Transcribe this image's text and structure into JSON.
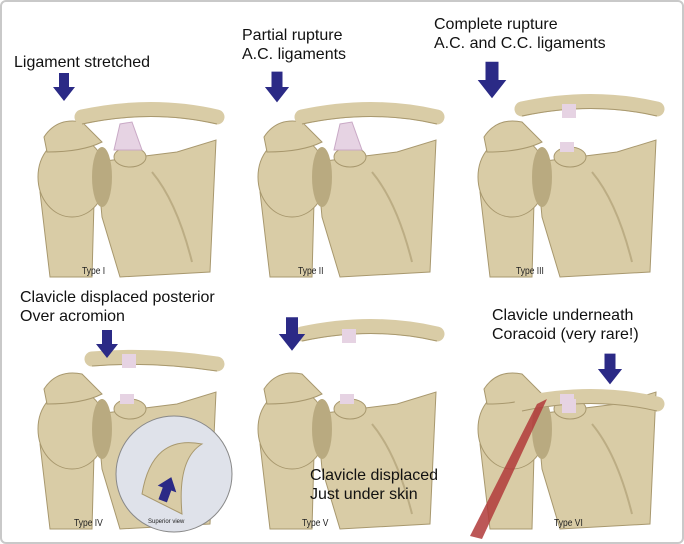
{
  "colors": {
    "bone": "#d9cca6",
    "bone_shade": "#a8986e",
    "ligament": "#e6d3e3",
    "arrow": "#2b2a86",
    "muscle": "#b03a3a",
    "background": "#ffffff"
  },
  "panels": [
    {
      "type_label": "Type I",
      "caption": [
        "Ligament stretched"
      ]
    },
    {
      "type_label": "Type II",
      "caption": [
        "Partial rupture",
        "A.C. ligaments"
      ]
    },
    {
      "type_label": "Type III",
      "caption": [
        "Complete rupture",
        "A.C. and C.C. ligaments"
      ]
    },
    {
      "type_label": "Type IV",
      "caption": [
        "Clavicle displaced posterior",
        "Over acromion"
      ],
      "inset_label": "Superior view"
    },
    {
      "type_label": "Type V",
      "caption": [
        "Clavicle displaced",
        "Just under skin"
      ]
    },
    {
      "type_label": "Type VI",
      "caption": [
        "Clavicle underneath",
        "Coracoid (very rare!)"
      ]
    }
  ]
}
